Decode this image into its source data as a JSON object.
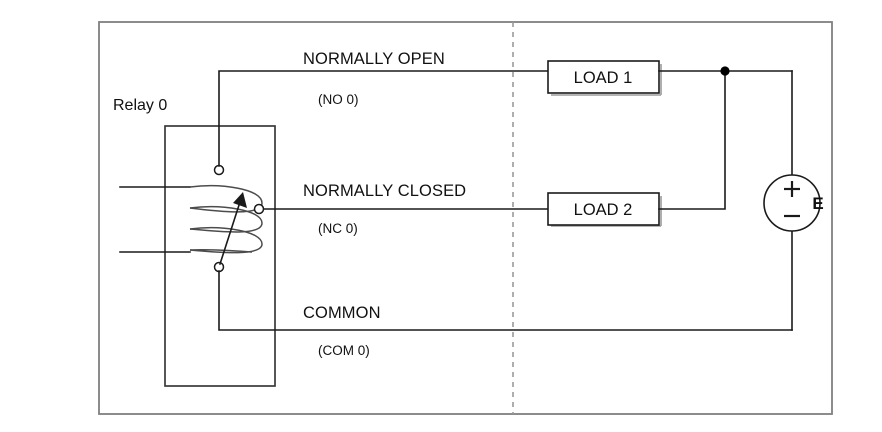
{
  "diagram": {
    "title_label": "Relay 0",
    "contacts": [
      {
        "name": "NORMALLY OPEN",
        "code": "(NO 0)"
      },
      {
        "name": "NORMALLY CLOSED",
        "code": "(NC 0)"
      },
      {
        "name": "COMMON",
        "code": "(COM 0)"
      }
    ],
    "loads": [
      {
        "label": "LOAD 1"
      },
      {
        "label": "LOAD 2"
      }
    ],
    "source": {
      "label": "E",
      "plus": "+",
      "minus": "–"
    },
    "colors": {
      "wire": "#1a1a1a",
      "border": "#808080",
      "divider": "#9a9a9a",
      "coil": "#4c4c4c",
      "background": "#ffffff"
    }
  }
}
